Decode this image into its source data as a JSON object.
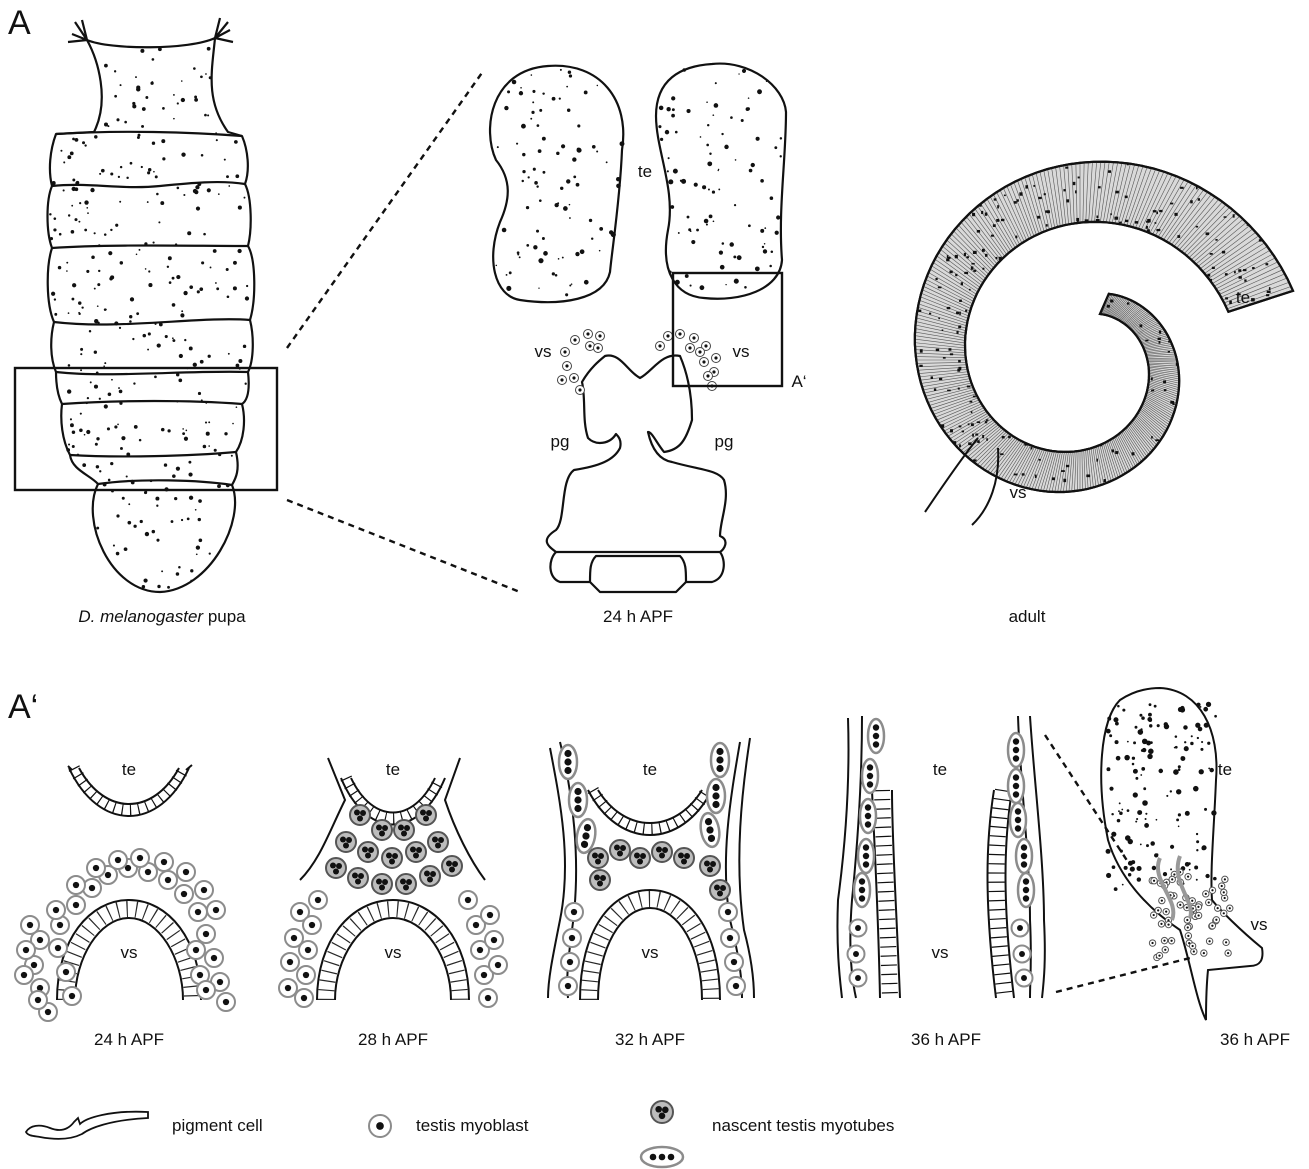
{
  "panels": {
    "a": {
      "letter": "A",
      "pupa_caption_italic": "D. melanogaster",
      "pupa_caption_rest": " pupa",
      "mid_caption": "24 h APF",
      "adult_caption": "adult",
      "labels": {
        "te_mid": "te",
        "vs_left": "vs",
        "vs_right": "vs",
        "pg_left": "pg",
        "pg_right": "pg",
        "inset_ref": "A‘",
        "te_adult": "te",
        "vs_adult": "vs"
      }
    },
    "a_prime": {
      "letter": "A‘",
      "stages": [
        {
          "caption": "24 h APF",
          "te": "te",
          "vs": "vs"
        },
        {
          "caption": "28 h APF",
          "te": "te",
          "vs": "vs"
        },
        {
          "caption": "32 h APF",
          "te": "te",
          "vs": "vs"
        },
        {
          "caption": "36 h APF",
          "te": "te",
          "vs": "vs"
        },
        {
          "caption": "36 h APF",
          "te": "te",
          "vs": "vs"
        }
      ]
    }
  },
  "legend": {
    "pigment_cell": "pigment cell",
    "testis_myoblast": "testis myoblast",
    "nascent_myotubes": "nascent testis myotubes"
  },
  "colors": {
    "line": "#111111",
    "cell_ring": "#8c8c8c",
    "adult_fill": "#d9d9d9"
  }
}
